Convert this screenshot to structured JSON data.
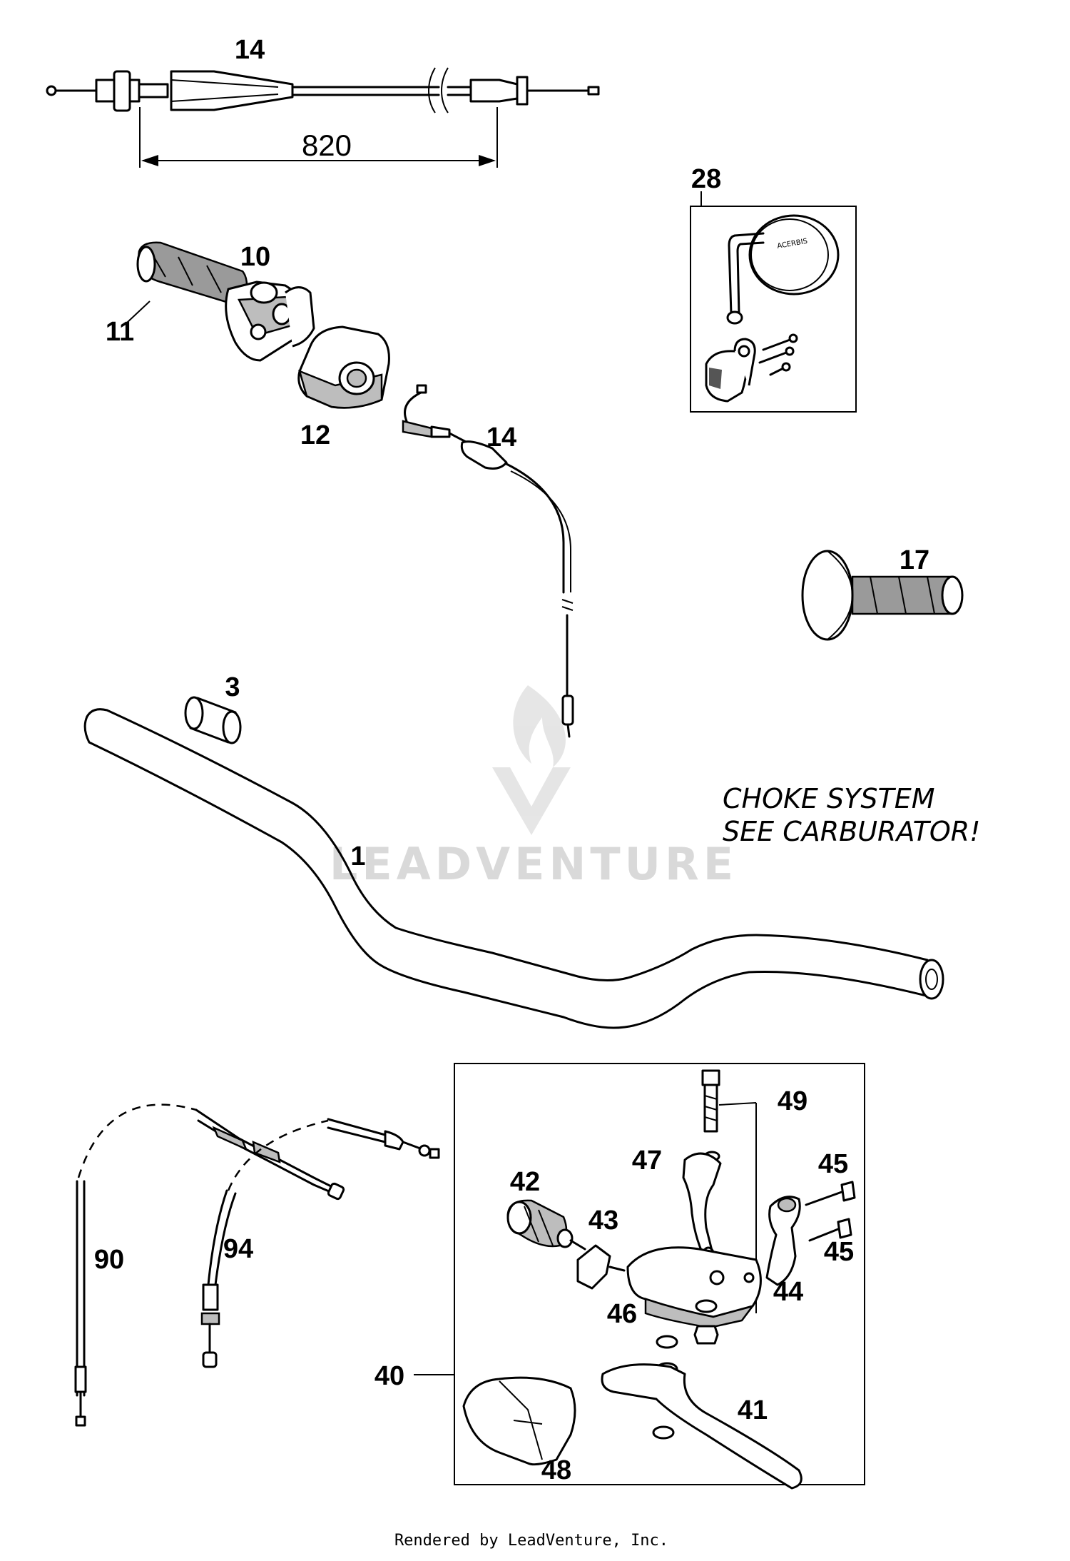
{
  "diagram": {
    "labels": {
      "p14_top": "14",
      "dimension": "820",
      "p28": "28",
      "p10": "10",
      "p11": "11",
      "p12": "12",
      "p14_mid": "14",
      "p17": "17",
      "p3": "3",
      "p1": "1",
      "p49": "49",
      "p47": "47",
      "p42": "42",
      "p43": "43",
      "p45_a": "45",
      "p45_b": "45",
      "p90": "90",
      "p94": "94",
      "p46": "46",
      "p44": "44",
      "p40": "40",
      "p41": "41",
      "p48": "48"
    },
    "note_line1": "CHOKE SYSTEM",
    "note_line2": "SEE CARBURATOR!",
    "watermark": "LEADVENTURE",
    "mirror_text": "ACERBIS",
    "footer": "Rendered by LeadVenture, Inc."
  }
}
